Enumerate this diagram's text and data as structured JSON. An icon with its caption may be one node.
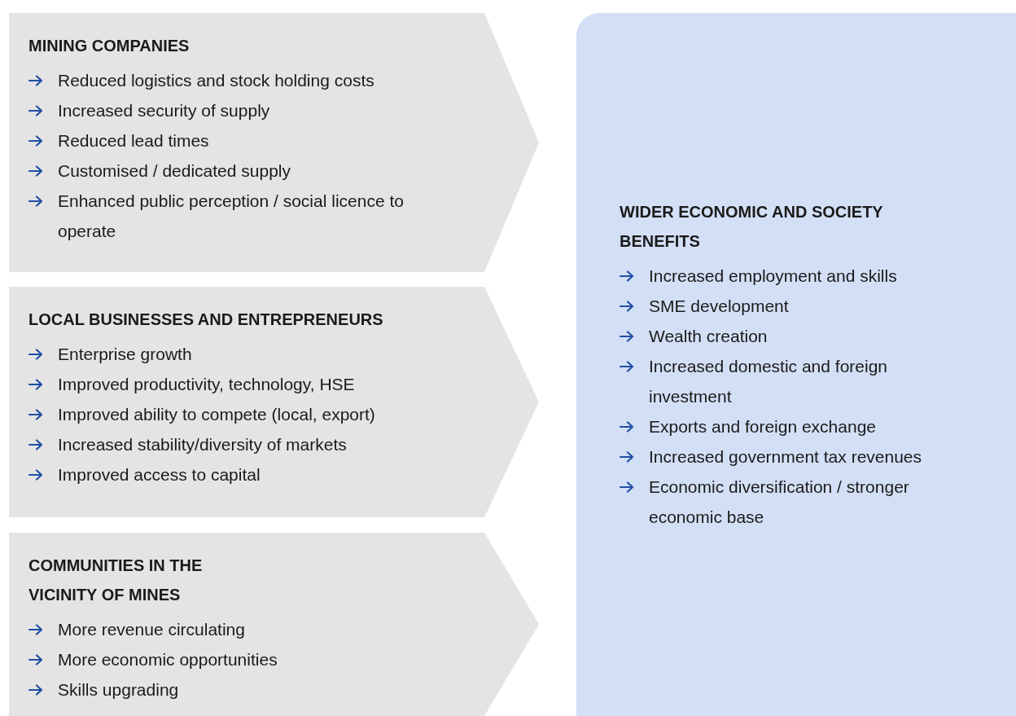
{
  "diagram": {
    "nodes": [
      {
        "text": [
          "MINING COMPANIES",
          "Reduced logistics and stock holding costs",
          "Increased security of supply",
          "Reduced lead times",
          "Customised / dedicated supply",
          "Enhanced public perception / social licence to operate"
        ]
      },
      {
        "text": [
          "LOCAL BUSINESSES AND ENTREPRENEURS",
          "Enterprise growth",
          "Improved productivity, technology, HSE",
          "Improved ability to compete (local, export)",
          "Increased stability/diversity of markets",
          "Improved access to capital"
        ]
      },
      {
        "text": [
          "COMMUNITIES IN THE VICINITY OF MINES",
          "More revenue circulating",
          "More economic opportunities",
          "Skills upgrading"
        ]
      },
      {
        "text": [
          "WIDER ECONOMIC AND SOCIETY BENEFITS",
          "Increased employment and skills",
          "SME development",
          "Wealth creation",
          "Increased domestic and foreign investment",
          "Exports and foreign exchange",
          "Increased government tax revenues",
          "Economic diversification / stronger economic base"
        ]
      }
    ]
  }
}
